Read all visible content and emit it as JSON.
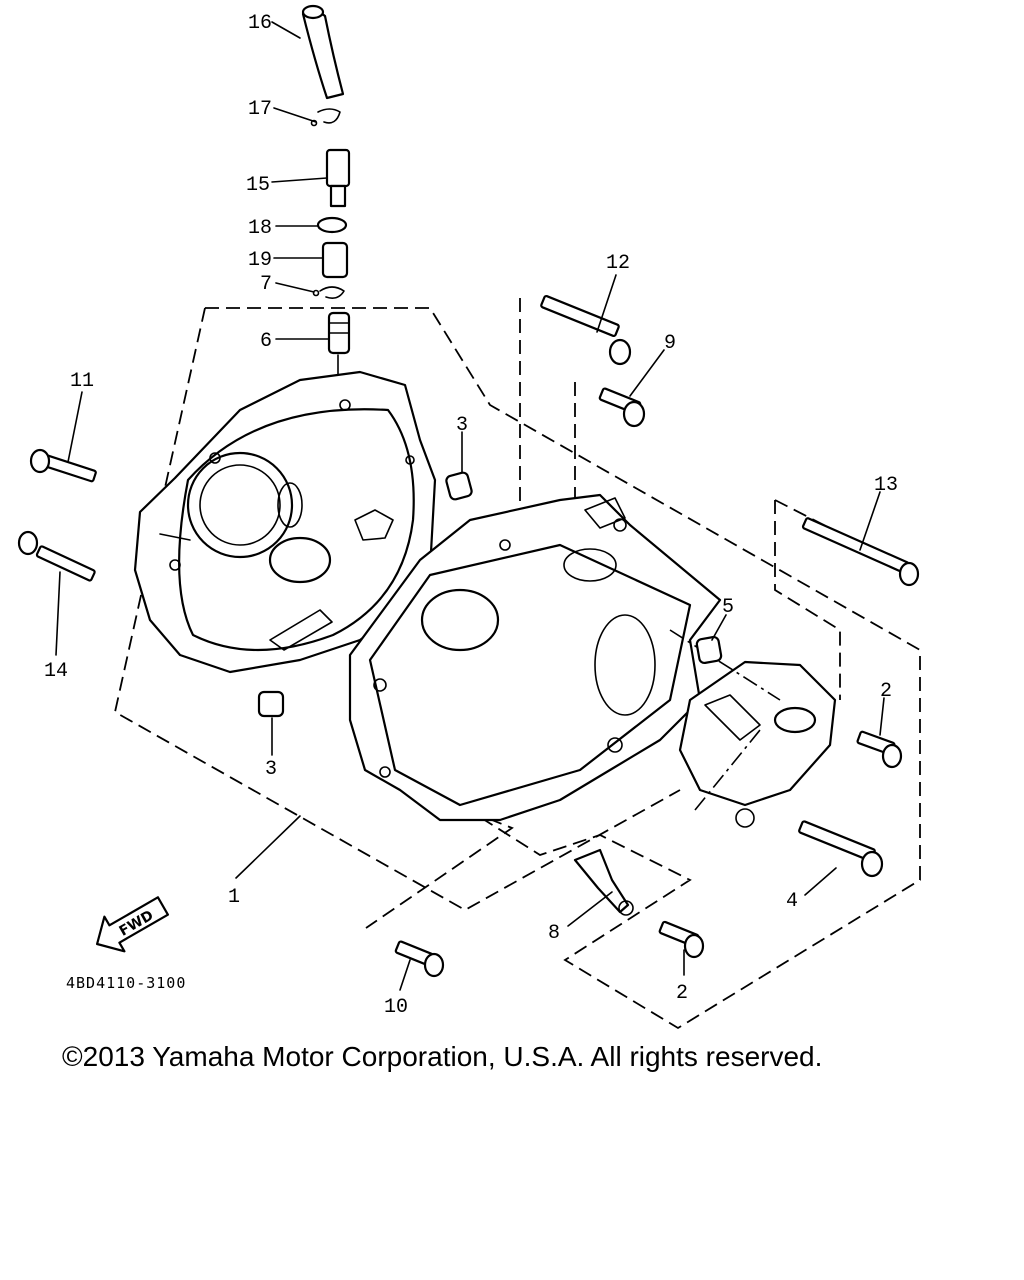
{
  "diagram": {
    "callouts": [
      {
        "id": "c16",
        "label": "16"
      },
      {
        "id": "c17",
        "label": "17"
      },
      {
        "id": "c15",
        "label": "15"
      },
      {
        "id": "c18",
        "label": "18"
      },
      {
        "id": "c19",
        "label": "19"
      },
      {
        "id": "c7",
        "label": "7"
      },
      {
        "id": "c6",
        "label": "6"
      },
      {
        "id": "c12",
        "label": "12"
      },
      {
        "id": "c9",
        "label": "9"
      },
      {
        "id": "c11",
        "label": "11"
      },
      {
        "id": "c3a",
        "label": "3"
      },
      {
        "id": "c13",
        "label": "13"
      },
      {
        "id": "c14",
        "label": "14"
      },
      {
        "id": "c5",
        "label": "5"
      },
      {
        "id": "c2a",
        "label": "2"
      },
      {
        "id": "c3b",
        "label": "3"
      },
      {
        "id": "c1",
        "label": "1"
      },
      {
        "id": "c4",
        "label": "4"
      },
      {
        "id": "c8",
        "label": "8"
      },
      {
        "id": "c2b",
        "label": "2"
      },
      {
        "id": "c10",
        "label": "10"
      }
    ],
    "fwd_label": "FWD",
    "part_code": "4BD4110-3100"
  },
  "footer": {
    "copyright": "©2013 Yamaha Motor Corporation, U.S.A. All rights reserved."
  }
}
